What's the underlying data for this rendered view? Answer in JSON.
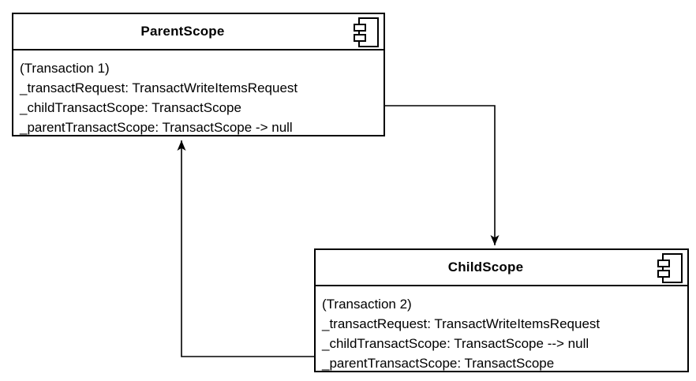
{
  "diagram": {
    "type": "uml-component-diagram",
    "background_color": "#ffffff",
    "stroke_color": "#000000",
    "nodes": [
      {
        "id": "parent-scope",
        "title": "ParentScope",
        "stereotype_icon": "uml-component-icon",
        "lines": [
          "(Transaction 1)",
          "_transactRequest: TransactWriteItemsRequest",
          "_childTransactScope: TransactScope",
          "_parentTransactScope: TransactScope -> null"
        ]
      },
      {
        "id": "child-scope",
        "title": "ChildScope",
        "stereotype_icon": "uml-component-icon",
        "lines": [
          "(Transaction 2)",
          "_transactRequest: TransactWriteItemsRequest",
          "_childTransactScope: TransactScope --> null",
          "_parentTransactScope: TransactScope"
        ]
      }
    ],
    "connectors": [
      {
        "from": "parent-scope",
        "to": "child-scope",
        "style": "orthogonal",
        "arrowhead": "filled",
        "direction": "right-then-down"
      },
      {
        "from": "child-scope",
        "to": "parent-scope",
        "style": "orthogonal",
        "arrowhead": "filled",
        "direction": "left-then-up"
      }
    ]
  }
}
